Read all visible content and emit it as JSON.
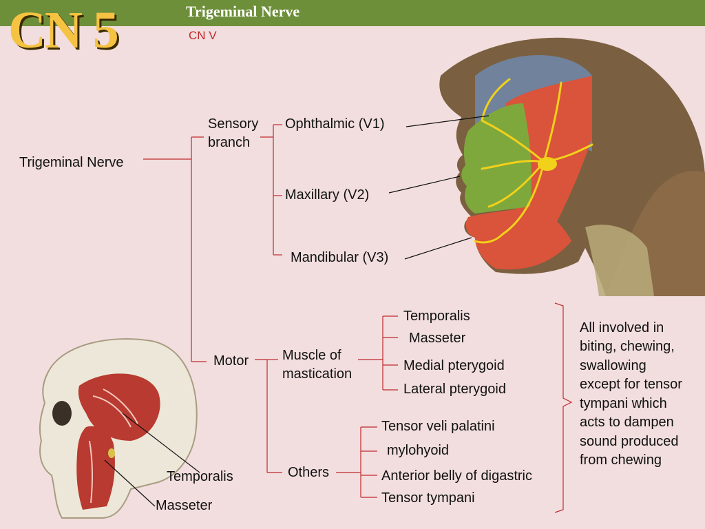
{
  "header": {
    "cn_title": "CN 5",
    "title": "Trigeminal Nerve",
    "subtitle": "CN V"
  },
  "colors": {
    "header_bar": "#6e8f3a",
    "background": "#f2dede",
    "connector": "#c0282d",
    "cn_title": "#f5c242"
  },
  "tree": {
    "root": "Trigeminal Nerve",
    "sensory_label_1": "Sensory",
    "sensory_label_2": "branch",
    "branches": {
      "v1": "Ophthalmic (V1)",
      "v2": "Maxillary (V2)",
      "v3": "Mandibular (V3)"
    },
    "motor": "Motor",
    "mastication_1": "Muscle of",
    "mastication_2": "mastication",
    "mastication_muscles": [
      "Temporalis",
      "Masseter",
      "Medial pterygoid",
      "Lateral pterygoid"
    ],
    "others": "Others",
    "other_muscles": [
      "Tensor veli palatini",
      "mylohyoid",
      "Anterior belly of digastric",
      "Tensor tympani"
    ]
  },
  "note_lines": [
    "All involved in",
    "biting, chewing,",
    "swallowing",
    "except for tensor",
    "tympani which",
    "acts to dampen",
    "sound produced",
    "from chewing"
  ],
  "skull_labels": {
    "temporalis": "Temporalis",
    "masseter": "Masseter"
  },
  "illustrations": {
    "head": "head-nerve-illustration",
    "skull": "skull-muscle-illustration"
  }
}
